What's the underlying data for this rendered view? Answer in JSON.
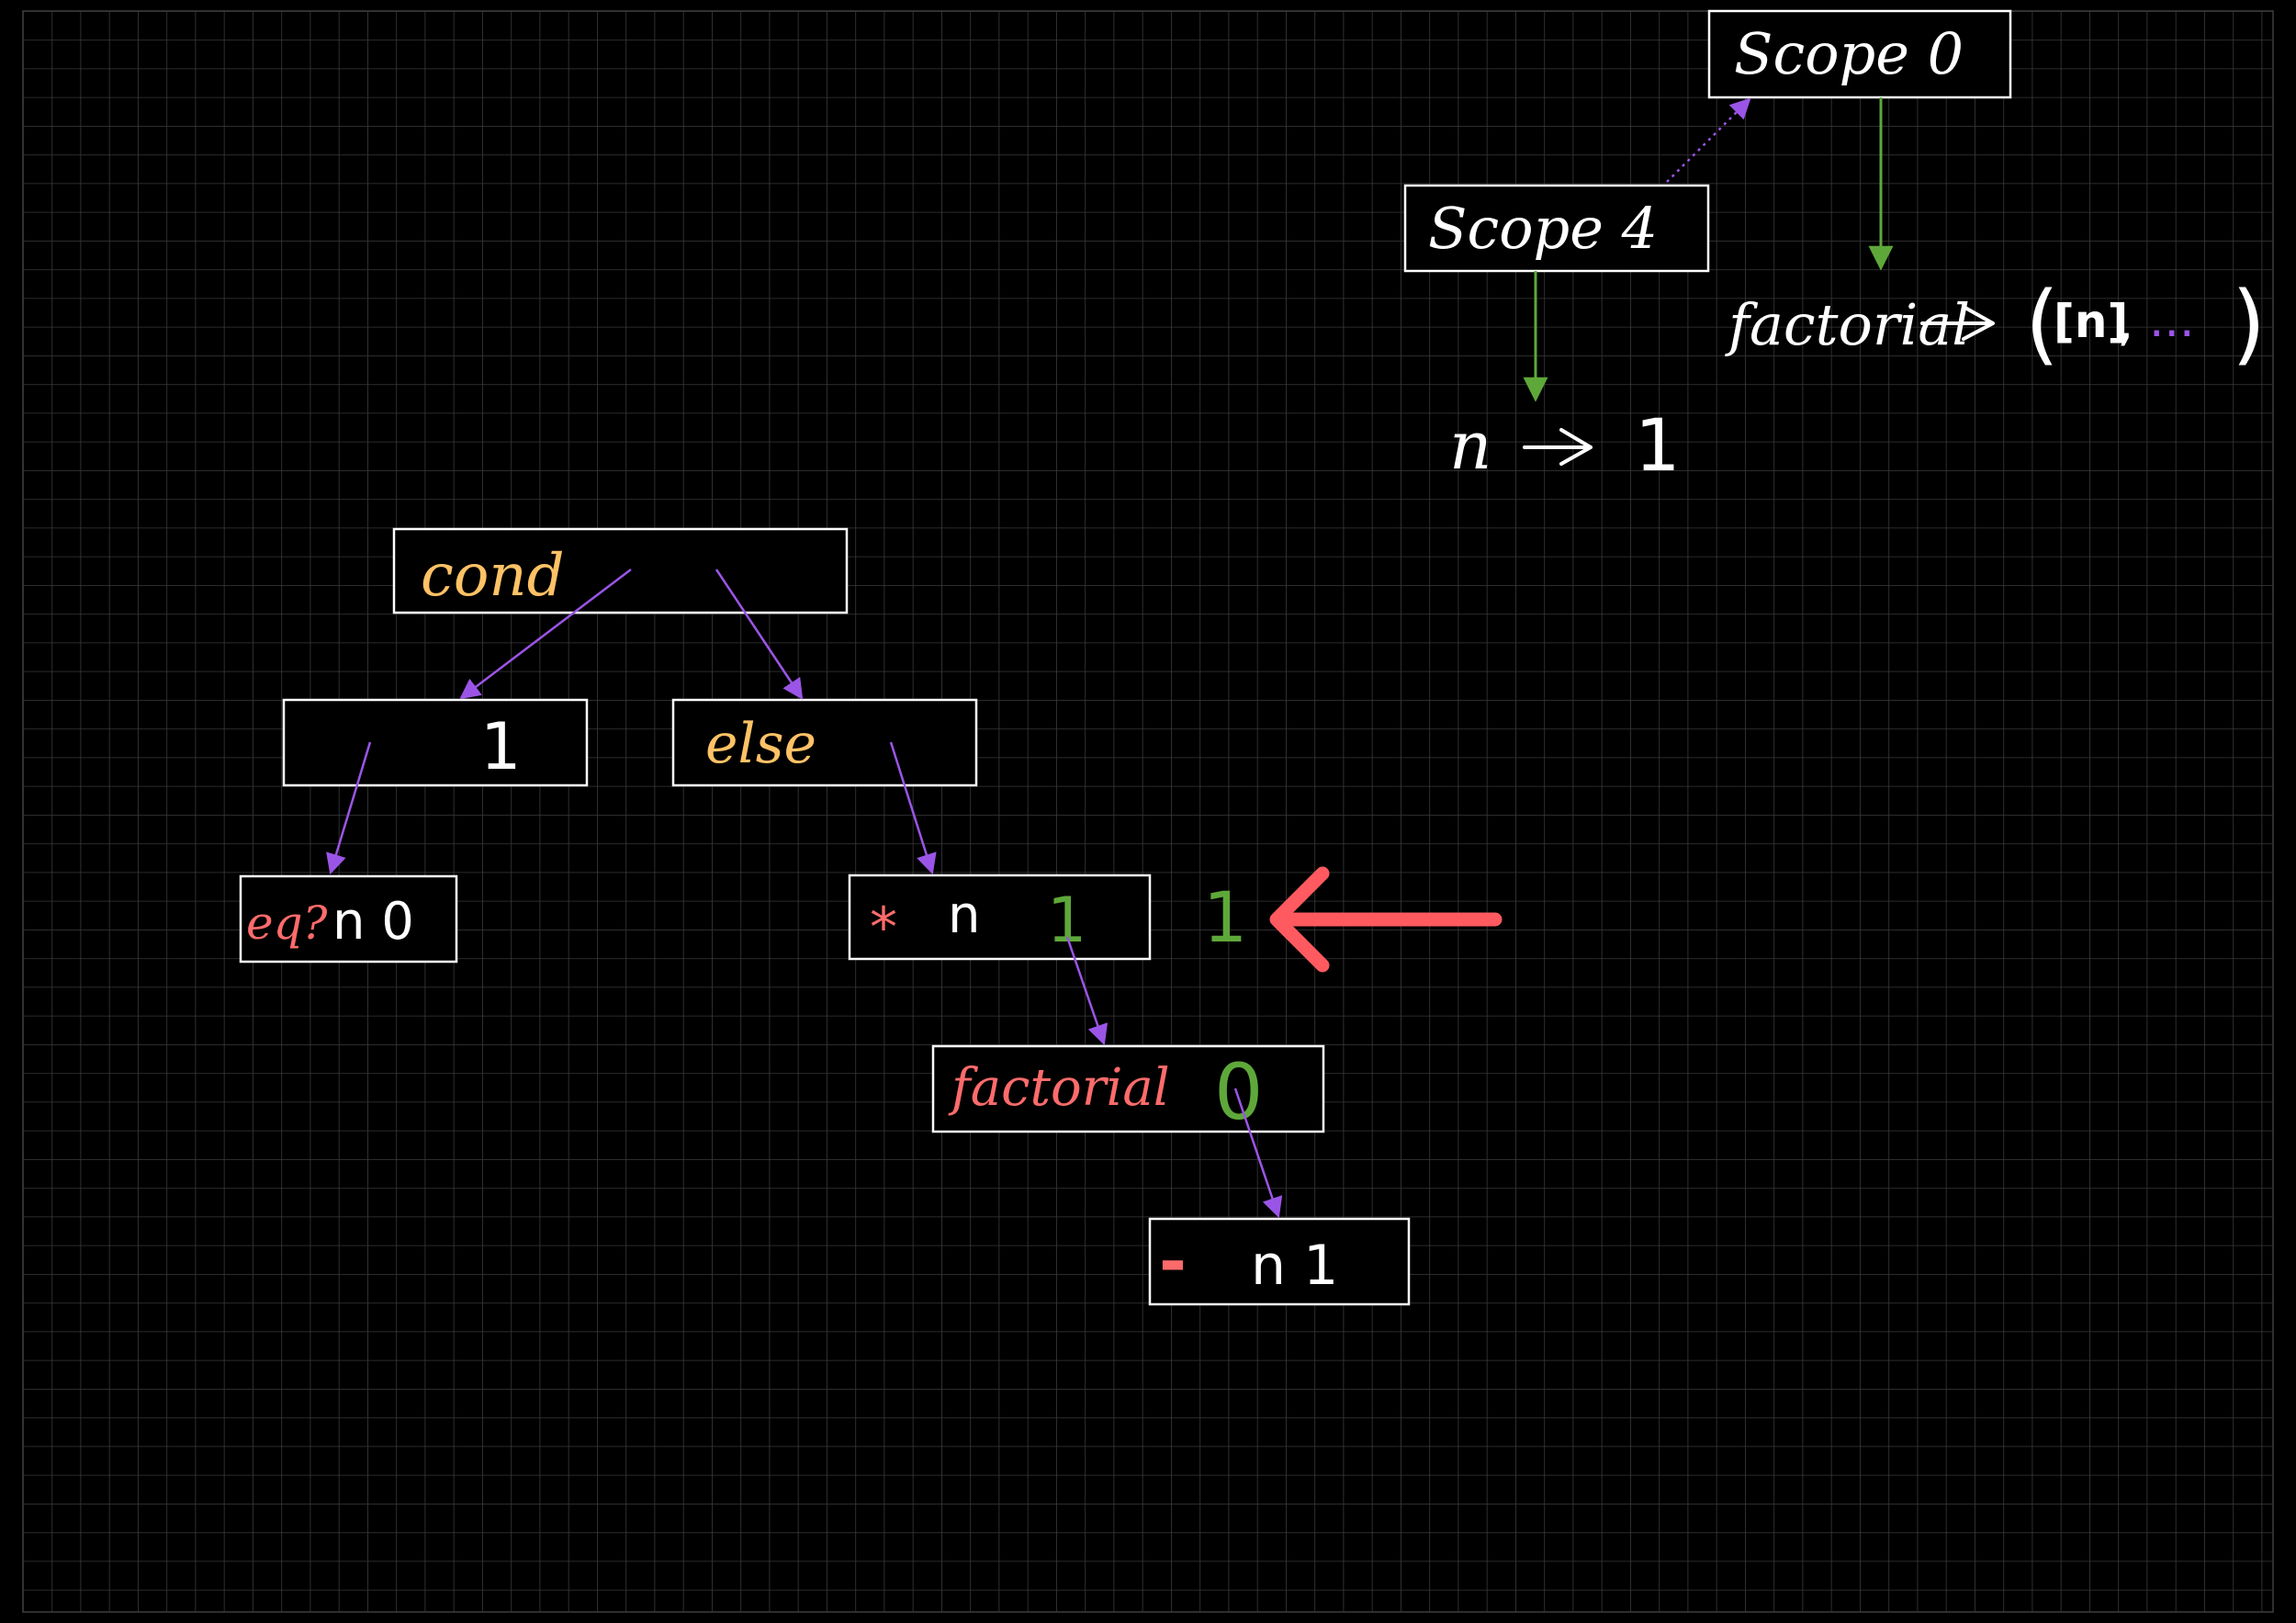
{
  "colors": {
    "background": "#000000",
    "grid": "#3a3a3a",
    "box": "#ffffff",
    "white": "#ffffff",
    "orange": "#ffc266",
    "red": "#ff6b6b",
    "green": "#5ea83a",
    "purple": "#9b55e6",
    "pointer": "#ff5a5f"
  },
  "scopes": {
    "scope0": "Scope 0",
    "scope4": "Scope 4",
    "binding_factorial_name": "factorial",
    "binding_factorial_value_open": "(",
    "binding_factorial_param": "[n]",
    "binding_factorial_comma": ",",
    "binding_factorial_rest": "...",
    "binding_factorial_value_close": ")",
    "binding_n_name": "n",
    "binding_n_value": "1"
  },
  "tree": {
    "cond_label": "cond",
    "clause1_value": "1",
    "else_label": "else",
    "eq_op": "eq?",
    "eq_args": "n 0",
    "mult_op": "*",
    "mult_n": "n",
    "mult_result": "1",
    "mult_outside_result": "1",
    "factorial_op": "factorial",
    "factorial_result": "0",
    "minus_op": "-",
    "minus_args": "n 1"
  }
}
